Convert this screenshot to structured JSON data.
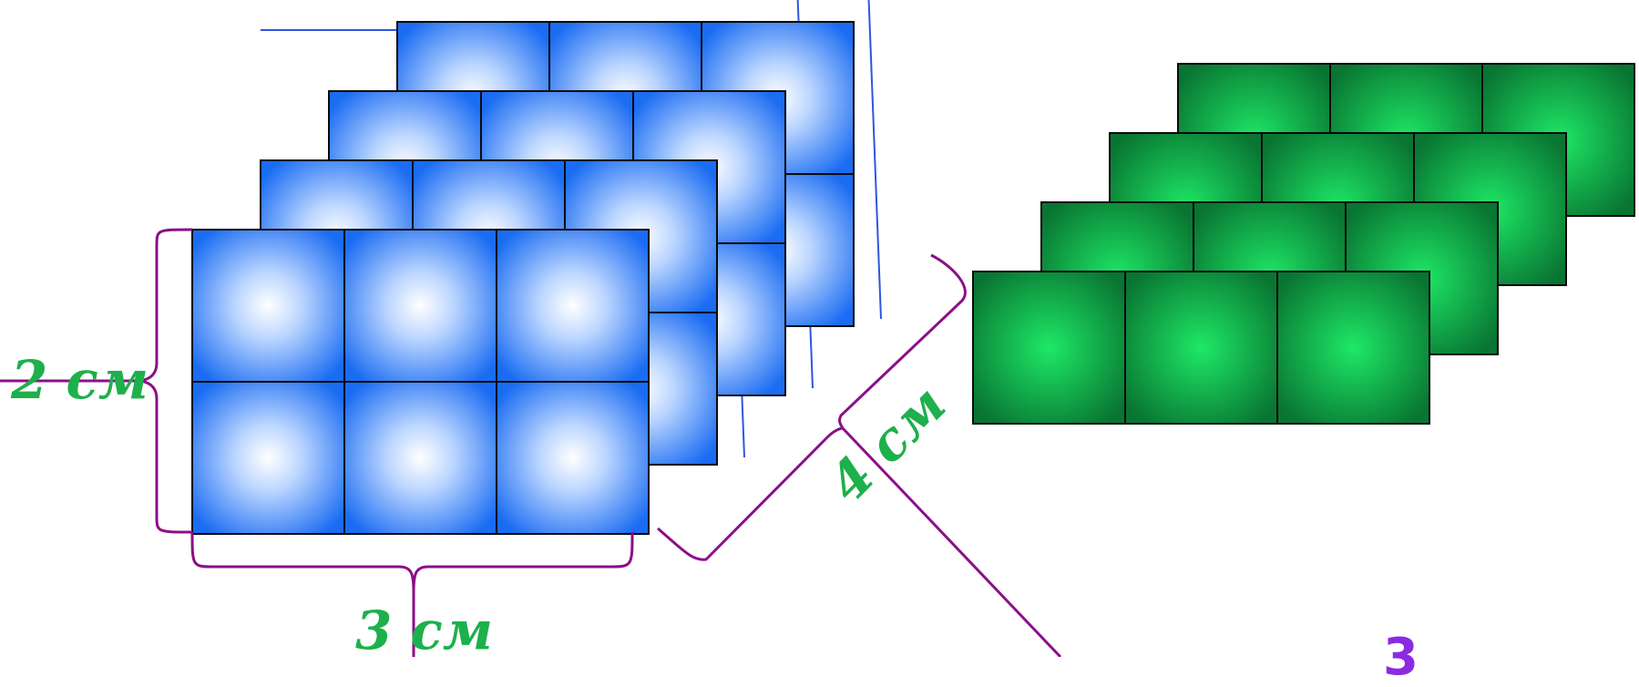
{
  "colors": {
    "blue_center": "#ffffff",
    "blue_edge": "#1a6cf2",
    "green_center": "#1ee866",
    "green_edge": "#097532",
    "brace": "#8b0f88",
    "thin_line": "#2f55e0",
    "label": "#1db04b",
    "mark": "#8a2be2"
  },
  "blue_layers": {
    "count": 4,
    "rows": 2,
    "cols": 3
  },
  "green_layers": {
    "count": 4,
    "rows": 1,
    "cols": 3
  },
  "labels": {
    "height": "2 см",
    "width": "3 см",
    "depth": "4 см",
    "corner": "3"
  },
  "icons": {
    "brace": "curly-brace-icon"
  }
}
